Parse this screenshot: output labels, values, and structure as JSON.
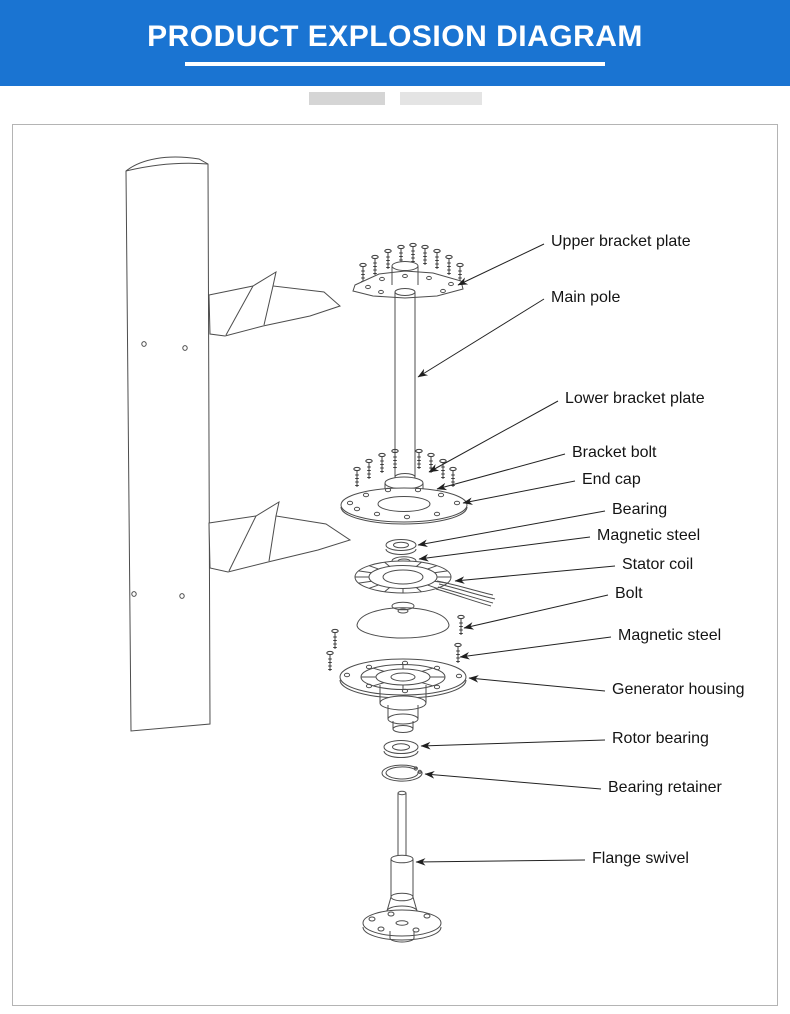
{
  "header": {
    "title": "PRODUCT EXPLOSION DIAGRAM"
  },
  "colors": {
    "header_bg": "#1a74d2",
    "line": "#4d4d4d",
    "label_text": "#141414"
  },
  "diagram": {
    "labels": [
      {
        "text": "Upper bracket plate"
      },
      {
        "text": "Main pole"
      },
      {
        "text": "Lower bracket plate"
      },
      {
        "text": "Bracket bolt"
      },
      {
        "text": "End cap"
      },
      {
        "text": "Bearing"
      },
      {
        "text": "Magnetic steel"
      },
      {
        "text": "Stator coil"
      },
      {
        "text": "Bolt"
      },
      {
        "text": "Magnetic steel"
      },
      {
        "text": "Generator housing"
      },
      {
        "text": "Rotor bearing"
      },
      {
        "text": "Bearing retainer"
      },
      {
        "text": "Flange swivel"
      }
    ]
  }
}
